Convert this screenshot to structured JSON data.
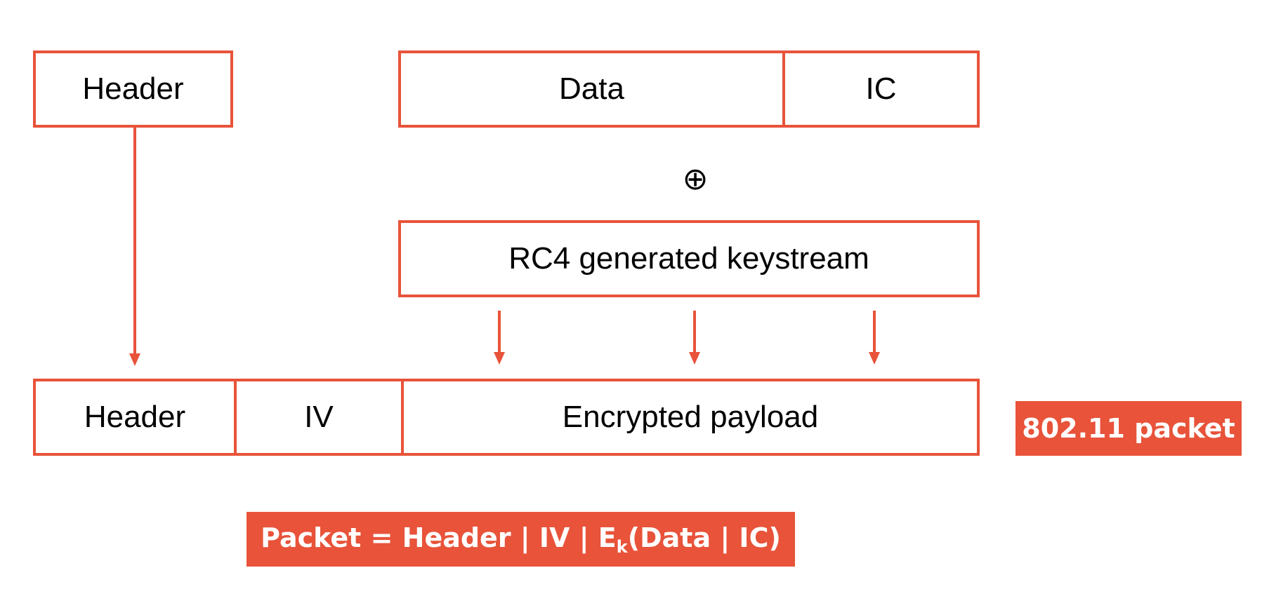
{
  "top_row": {
    "header_label": "Header",
    "data_label": "Data",
    "ic_label": "IC"
  },
  "xor_symbol": "⊕",
  "keystream_label": "RC4 generated keystream",
  "packet_row": {
    "header_label": "Header",
    "iv_label": "IV",
    "payload_label": "Encrypted payload"
  },
  "packet_tag": "802.11 packet",
  "formula": {
    "prefix": "Packet = Header | IV | E",
    "subscript": "k",
    "suffix": "(Data | IC)"
  },
  "colors": {
    "accent": "#E8533A",
    "box_fill": "#FFFFFF",
    "text": "#000000",
    "tag_text": "#FFFFFF"
  }
}
